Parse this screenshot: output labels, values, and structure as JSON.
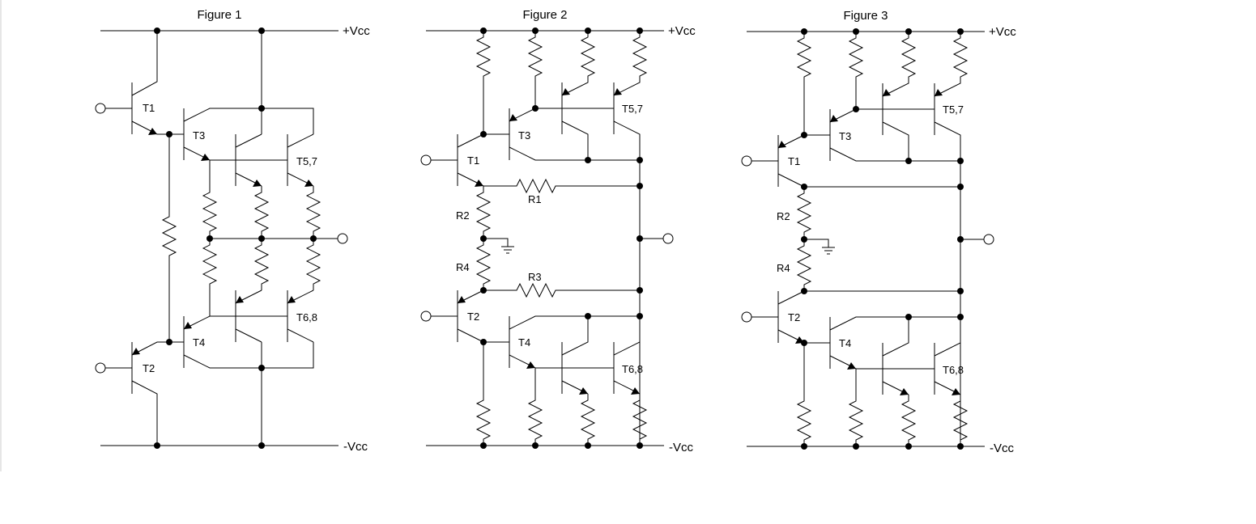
{
  "figures": [
    {
      "title": "Figure 1",
      "vcc_pos": "+Vcc",
      "vcc_neg": "-Vcc",
      "labels": {
        "t1": "T1",
        "t2": "T2",
        "t3": "T3",
        "t4": "T4",
        "t57": "T5,7",
        "t68": "T6,8"
      }
    },
    {
      "title": "Figure 2",
      "vcc_pos": "+Vcc",
      "vcc_neg": "-Vcc",
      "labels": {
        "t1": "T1",
        "t2": "T2",
        "t3": "T3",
        "t4": "T4",
        "t57": "T5,7",
        "t68": "T6,8",
        "r1": "R1",
        "r2": "R2",
        "r3": "R3",
        "r4": "R4"
      }
    },
    {
      "title": "Figure 3",
      "vcc_pos": "+Vcc",
      "vcc_neg": "-Vcc",
      "labels": {
        "t1": "T1",
        "t2": "T2",
        "t3": "T3",
        "t4": "T4",
        "t57": "T5,7",
        "t68": "T6,8",
        "r2": "R2",
        "r4": "R4"
      }
    }
  ]
}
